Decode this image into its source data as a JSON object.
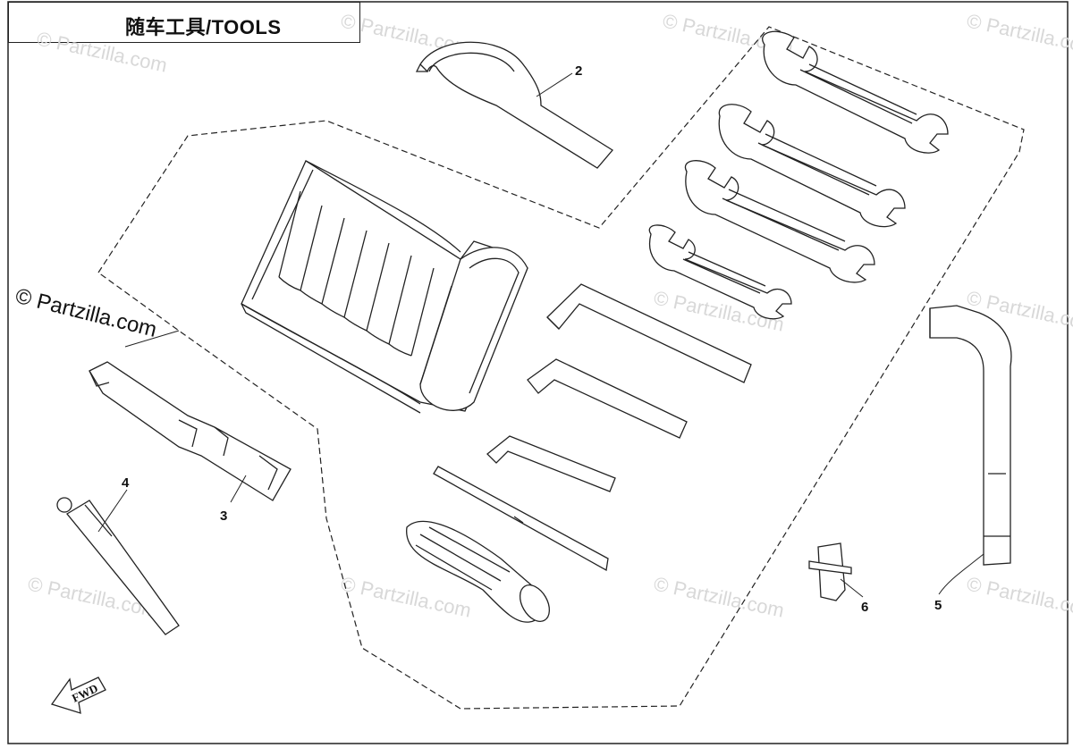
{
  "diagram": {
    "title": "随车工具/TOOLS",
    "callouts": [
      "2",
      "3",
      "4",
      "5",
      "6"
    ],
    "watermark": "© Partzilla.com",
    "watermark_main": "© Partzilla.com",
    "direction_label": "FWD"
  }
}
